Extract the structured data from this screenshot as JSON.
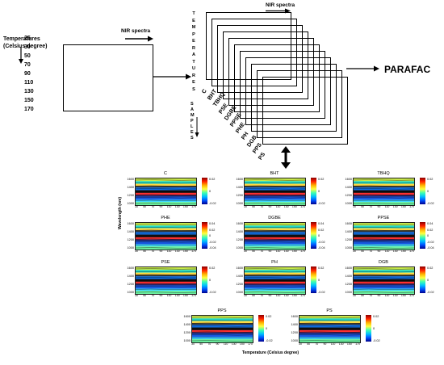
{
  "left": {
    "temperatures_title_line1": "Temperatures",
    "temperatures_title_line2": "(Celsius degree)",
    "temperature_values": [
      "25",
      "30",
      "50",
      "70",
      "90",
      "110",
      "130",
      "150",
      "170"
    ],
    "nir_label": "NIR spectra"
  },
  "stack": {
    "nir_label": "NIR spectra",
    "temperatures_vertical": [
      "T",
      "E",
      "M",
      "P",
      "E",
      "R",
      "A",
      "T",
      "U",
      "R",
      "E",
      "S"
    ],
    "samples_vertical": [
      "S",
      "A",
      "M",
      "P",
      "L",
      "E",
      "S"
    ],
    "sample_labels": [
      "C",
      "BHT",
      "TBHQ",
      "PSE",
      "DGBE",
      "PPSE",
      "PHE",
      "PH",
      "DGB",
      "PPS",
      "PS"
    ]
  },
  "parafac_label": "PARAFAC",
  "heatmaps": {
    "panels": [
      {
        "title": "C",
        "yticks": [
          "1600",
          "1400",
          "1200",
          "1000"
        ],
        "cbar": [
          "0.02",
          "0",
          "-0.02"
        ]
      },
      {
        "title": "BHT",
        "yticks": [
          "1600",
          "1400",
          "1200",
          "1000"
        ],
        "cbar": [
          "0.02",
          "0",
          "-0.02"
        ]
      },
      {
        "title": "TBHQ",
        "yticks": [
          "1600",
          "1400",
          "1200",
          "1000"
        ],
        "cbar": [
          "0.02",
          "0",
          "-0.02"
        ]
      },
      {
        "title": "PHE",
        "yticks": [
          "1600",
          "1400",
          "1200",
          "1000"
        ],
        "cbar": [
          "0.04",
          "0.02",
          "0",
          "-0.02",
          "-0.04"
        ]
      },
      {
        "title": "DGBE",
        "yticks": [
          "1600",
          "1400",
          "1200",
          "1000"
        ],
        "cbar": [
          "0.04",
          "0.02",
          "0",
          "-0.02",
          "-0.04"
        ]
      },
      {
        "title": "PPSE",
        "yticks": [
          "1600",
          "1400",
          "1200",
          "1000"
        ],
        "cbar": [
          "0.04",
          "0.02",
          "0",
          "-0.02",
          "-0.04"
        ]
      },
      {
        "title": "PSE",
        "yticks": [
          "1600",
          "1400",
          "1200",
          "1000"
        ],
        "cbar": [
          "0.02",
          "0",
          "-0.02"
        ]
      },
      {
        "title": "PH",
        "yticks": [
          "1600",
          "1400",
          "1200",
          "1000"
        ],
        "cbar": [
          "0.02",
          "0",
          "-0.02"
        ]
      },
      {
        "title": "DGB",
        "yticks": [
          "1600",
          "1400",
          "1200",
          "1000"
        ],
        "cbar": [
          "0.02",
          "0",
          "-0.02"
        ]
      },
      {
        "title": "PPS",
        "yticks": [
          "1600",
          "1400",
          "1200",
          "1000"
        ],
        "cbar": [
          "0.02",
          "0",
          "-0.02"
        ]
      },
      {
        "title": "PS",
        "yticks": [
          "1600",
          "1400",
          "1200",
          "1000"
        ],
        "cbar": [
          "0.02",
          "0",
          "-0.02"
        ]
      }
    ],
    "xticks": [
      "30",
      "50",
      "70",
      "90",
      "110",
      "130",
      "150",
      "170"
    ],
    "ylabel": "Wavelength (nm)",
    "xlabel": "Temperature (Celsius degree)"
  }
}
